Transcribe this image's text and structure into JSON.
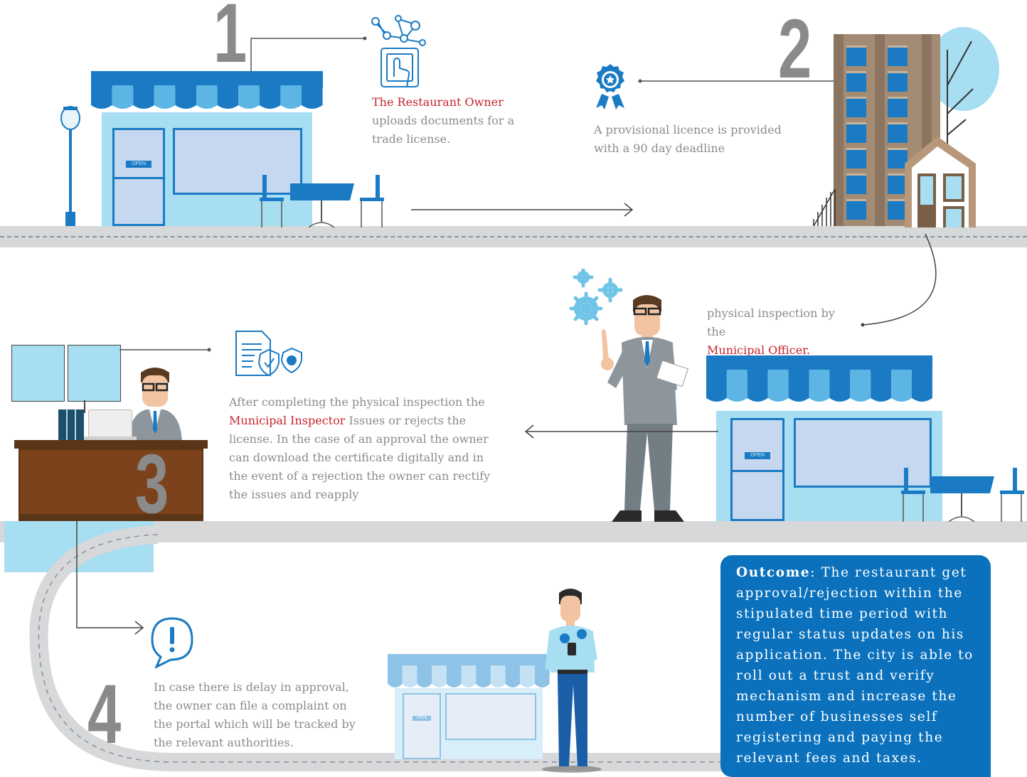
{
  "step1": {
    "number": "1",
    "actor": "The Restaurant Owner",
    "text": "uploads documents for a trade license.",
    "open_sign": "OPEN"
  },
  "step2": {
    "number": "2",
    "text": "A provisional licence is provided with a 90 day deadline"
  },
  "inspection": {
    "text": "physical inspection by the",
    "actor": "Municipal Officer.",
    "open_sign": "OPEN"
  },
  "step3": {
    "number": "3",
    "text_before": "After completing the physical inspection the",
    "actor": "Municipal Inspector",
    "text_after": "Issues or rejects the license. In the case of an approval the owner can download the certificate digitally and in the event of a rejection the owner can rectify the issues and reapply"
  },
  "step4": {
    "number": "4",
    "text": "In case there is delay in approval, the owner can file a complaint on the portal which will be tracked by the relevant authorities.",
    "open_sign": "OPEN"
  },
  "outcome": {
    "label": "Outcome",
    "text": ": The restaurant get approval/rejection within the stipulated time period with regular status updates on his application. The city is able to roll out a trust and verify mechanism and increase the number of businesses self registering and paying the relevant fees and taxes."
  },
  "colors": {
    "accent_blue": "#0b71bc",
    "highlight_red": "#c8242c",
    "light_blue": "#a8def2",
    "road_grey": "#d6d8d9",
    "number_grey": "#8a8a8a"
  },
  "icons": [
    "network-touch-icon",
    "award-ribbon-icon",
    "gears-icon",
    "document-shield-icon",
    "alert-bubble-icon"
  ]
}
